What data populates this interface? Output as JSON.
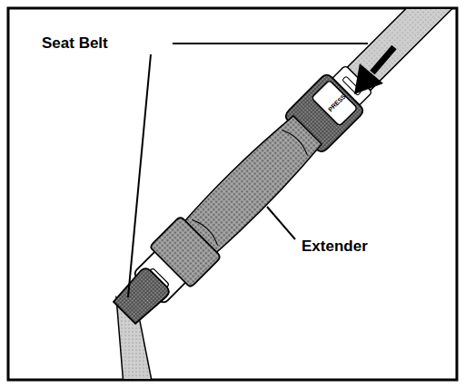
{
  "diagram": {
    "labels": [
      "Seat Belt",
      "Extender",
      "PRESS"
    ]
  }
}
